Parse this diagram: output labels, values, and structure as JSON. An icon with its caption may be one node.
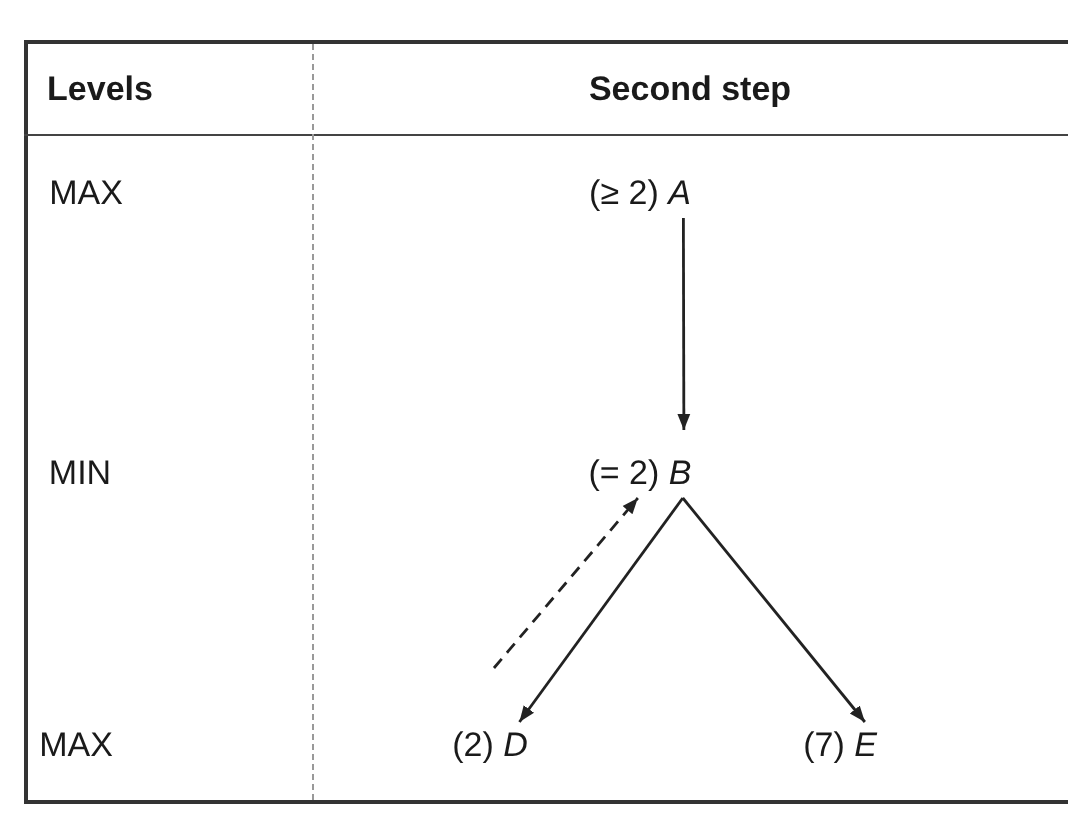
{
  "diagram": {
    "nodes": [
      {
        "text": [
          "(≥ 2) *A*"
        ]
      },
      {
        "text": [
          "(= 2) *B*"
        ]
      },
      {
        "text": [
          "(2) *D*"
        ]
      },
      {
        "text": [
          "(7) *E*"
        ]
      }
    ],
    "edges": [
      {
        "from": 0,
        "to": 1,
        "arrow": "to"
      },
      {
        "from": 1,
        "to": 2,
        "arrow": "to"
      },
      {
        "from": 1,
        "to": 3,
        "arrow": "to"
      },
      {
        "from": 2,
        "to": 1,
        "arrow": "to",
        "style": "dashed"
      }
    ],
    "labels": [
      "Levels",
      "Second step",
      "MAX",
      "MIN",
      "MAX"
    ]
  }
}
